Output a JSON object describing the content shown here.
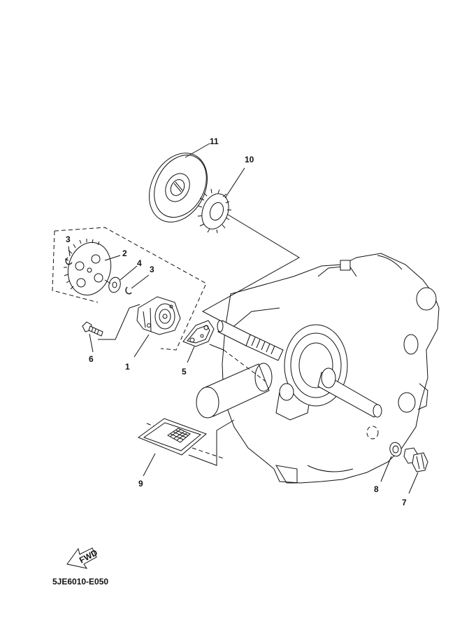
{
  "diagram": {
    "ref_code": "5JE6010-E050",
    "fwd_label": "FWD",
    "callouts": [
      {
        "id": "1",
        "label": "1"
      },
      {
        "id": "2",
        "label": "2"
      },
      {
        "id": "3a",
        "label": "3"
      },
      {
        "id": "3b",
        "label": "3"
      },
      {
        "id": "4",
        "label": "4"
      },
      {
        "id": "5",
        "label": "5"
      },
      {
        "id": "6",
        "label": "6"
      },
      {
        "id": "7",
        "label": "7"
      },
      {
        "id": "8",
        "label": "8"
      },
      {
        "id": "9",
        "label": "9"
      },
      {
        "id": "10",
        "label": "10"
      },
      {
        "id": "11",
        "label": "11"
      }
    ]
  }
}
